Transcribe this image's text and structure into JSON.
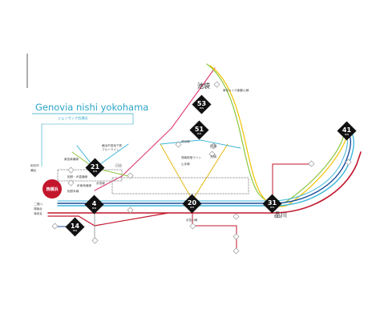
{
  "title": "Genovia nishi yokohama",
  "subtitle": "ジェノヴィア西横浜",
  "home_station": "西横浜",
  "colors": {
    "accent": "#2aa4c8",
    "home": "#c3162d",
    "badge": "#111111",
    "line_red": "#c3162d",
    "line_blue": "#1b4e9b",
    "line_cyan": "#3bb4d8",
    "line_green": "#8cc63e",
    "line_yellow": "#f2c200",
    "line_pink": "#e0457b",
    "line_gray": "#888888"
  },
  "hubs": [
    {
      "id": "ikebukuro",
      "minutes": "53",
      "unit": "MIN"
    },
    {
      "id": "shinjuku",
      "minutes": "51",
      "unit": "MIN"
    },
    {
      "id": "shibuya",
      "minutes": "21",
      "unit": "MIN"
    },
    {
      "id": "yokohama",
      "minutes": "4",
      "unit": "MIN"
    },
    {
      "id": "kawasaki",
      "minutes": "20",
      "unit": "MIN"
    },
    {
      "id": "shinagawa",
      "minutes": "31",
      "unit": "MIN"
    },
    {
      "id": "tokyo",
      "minutes": "41",
      "unit": "MIN"
    },
    {
      "id": "ofuna",
      "minutes": "14",
      "unit": "MIN"
    }
  ],
  "labels": {
    "ikebukuro": "池袋",
    "shinagawa": "品川",
    "tokyu_line_top": "東京メトロ副都心線",
    "yokohama_subway": "横浜市営地下鉄",
    "blue_line": "ブルーライン",
    "hiyoshi": "日吉",
    "saikyo": "埼京線",
    "shonan": "湘南新宿ライン",
    "yamanote": "山手線",
    "meguro": "目黒",
    "osaki": "大崎",
    "nishiya": "西谷",
    "shin_yokohama": "新横浜",
    "ofuna_lbl": "大船",
    "tokyu_toyoko": "東急東横線",
    "sotetsu_jr": "相鉄・JR直通線",
    "jr_tokaido": "JR東海道線",
    "sotetsu_main": "相鉄本線",
    "keikyu": "京急線",
    "keihin_kawasaki": "京急川崎",
    "left_a": "和光市",
    "left_b": "瀬谷",
    "left_c": "二俣川",
    "left_d": "湘南台",
    "left_e": "海老名"
  }
}
